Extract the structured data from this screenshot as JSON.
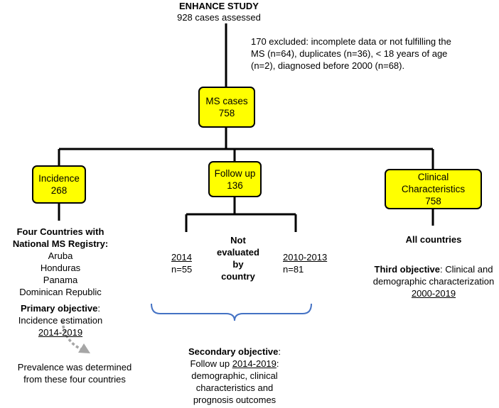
{
  "study": {
    "title": "ENHANCE STUDY",
    "assessed": "928 cases assessed"
  },
  "excluded": {
    "line1": "170 excluded: incomplete data or not fulfilling the",
    "line2": "MS (n=64), duplicates (n=36), < 18 years of age",
    "line3": "(n=2), diagnosed before 2000 (n=68)."
  },
  "ms_cases": {
    "label": "MS cases",
    "count": "758"
  },
  "incidence": {
    "label": "Incidence",
    "count": "268"
  },
  "followup": {
    "label": "Follow up",
    "count": "136"
  },
  "clinical": {
    "label1": "Clinical",
    "label2": "Characteristics",
    "count": "758"
  },
  "four_countries": {
    "title1": "Four Countries with",
    "title2": "National MS Registry:",
    "countries": [
      "Aruba",
      "Honduras",
      "Panama",
      "Dominican Republic"
    ]
  },
  "primary": {
    "label": "Primary objective",
    "colon": ":",
    "text": "Incidence estimation",
    "period": "2014-2019"
  },
  "prevalence": {
    "line1": "Prevalence was determined",
    "line2": "from these four countries"
  },
  "fu2014": {
    "year": "2014",
    "n": "n=55"
  },
  "not_eval": {
    "line1": "Not",
    "line2": "evaluated",
    "line3": "by",
    "line4": "country"
  },
  "fu2010": {
    "year": "2010-2013",
    "n": "n=81"
  },
  "all_countries": "All countries",
  "third": {
    "label": "Third objective",
    "rest": ": Clinical and",
    "line2": "demographic characterization",
    "period": "2000-2019"
  },
  "secondary": {
    "label": "Secondary objective",
    "colon": ":",
    "line2_pre": "Follow up ",
    "line2_period": "2014-2019",
    "line2_post": ":",
    "line3": "demographic, clinical",
    "line4": "characteristics and",
    "line5": "prognosis outcomes"
  },
  "colors": {
    "box_fill": "#ffff00",
    "bracket": "#4472c4",
    "arrow": "#a6a6a6"
  }
}
